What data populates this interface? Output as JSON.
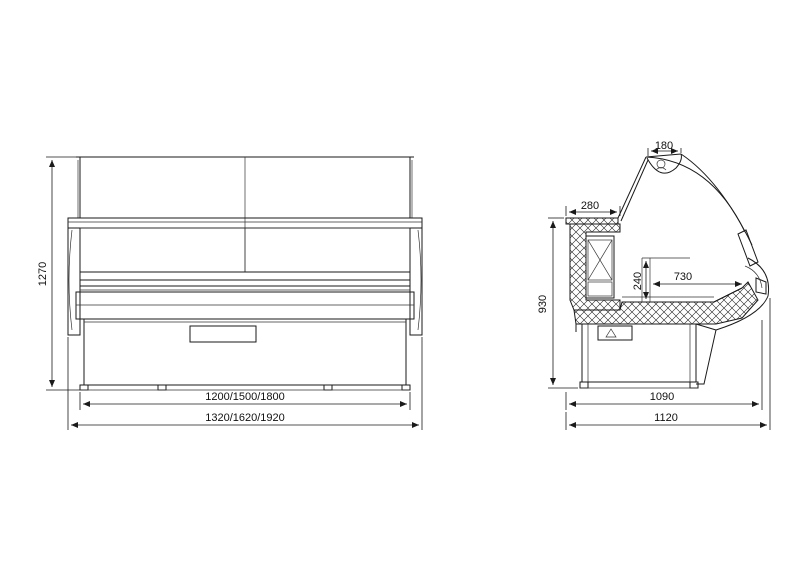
{
  "front_view": {
    "height_label": "1270",
    "inner_width_label": "1200/1500/1800",
    "outer_width_label": "1320/1620/1920"
  },
  "side_view": {
    "total_height_label": "930",
    "depth_inner_label": "1090",
    "depth_outer_label": "1120",
    "top_shelf_label": "280",
    "glass_top_label": "180",
    "display_height_label": "240",
    "display_depth_label": "730"
  },
  "colors": {
    "line": "#1a1a1a",
    "background": "#ffffff"
  }
}
